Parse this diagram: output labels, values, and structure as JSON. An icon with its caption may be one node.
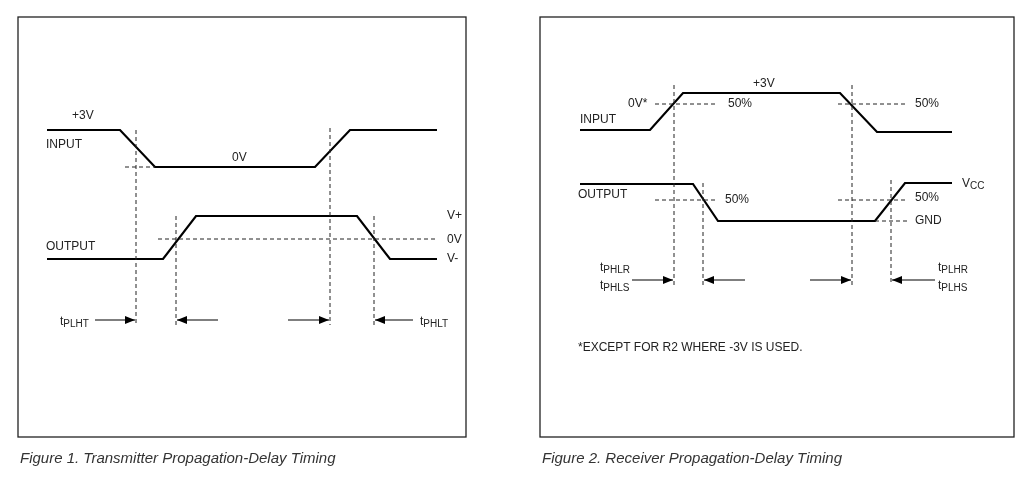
{
  "diagram": {
    "labels": [
      "+3V",
      "INPUT",
      "0V",
      "V+",
      "OUTPUT",
      "0V",
      "V-",
      "t$_{PLHT}$",
      "t$_{PHLT}$",
      "+3V",
      "0V*",
      "50%",
      "50%",
      "INPUT",
      "OUTPUT",
      "V$_{CC}$",
      "50%",
      "50%",
      "GND",
      "t$_{PHLR}$",
      "t$_{PHLS}$",
      "t$_{PLHR}$",
      "t$_{PLHS}$",
      "*EXCEPT FOR R2 WHERE -3V IS USED.",
      "Figure 1. Transmitter Propagation-Delay Timing",
      "Figure 2. Receiver Propagation-Delay Timing"
    ]
  }
}
